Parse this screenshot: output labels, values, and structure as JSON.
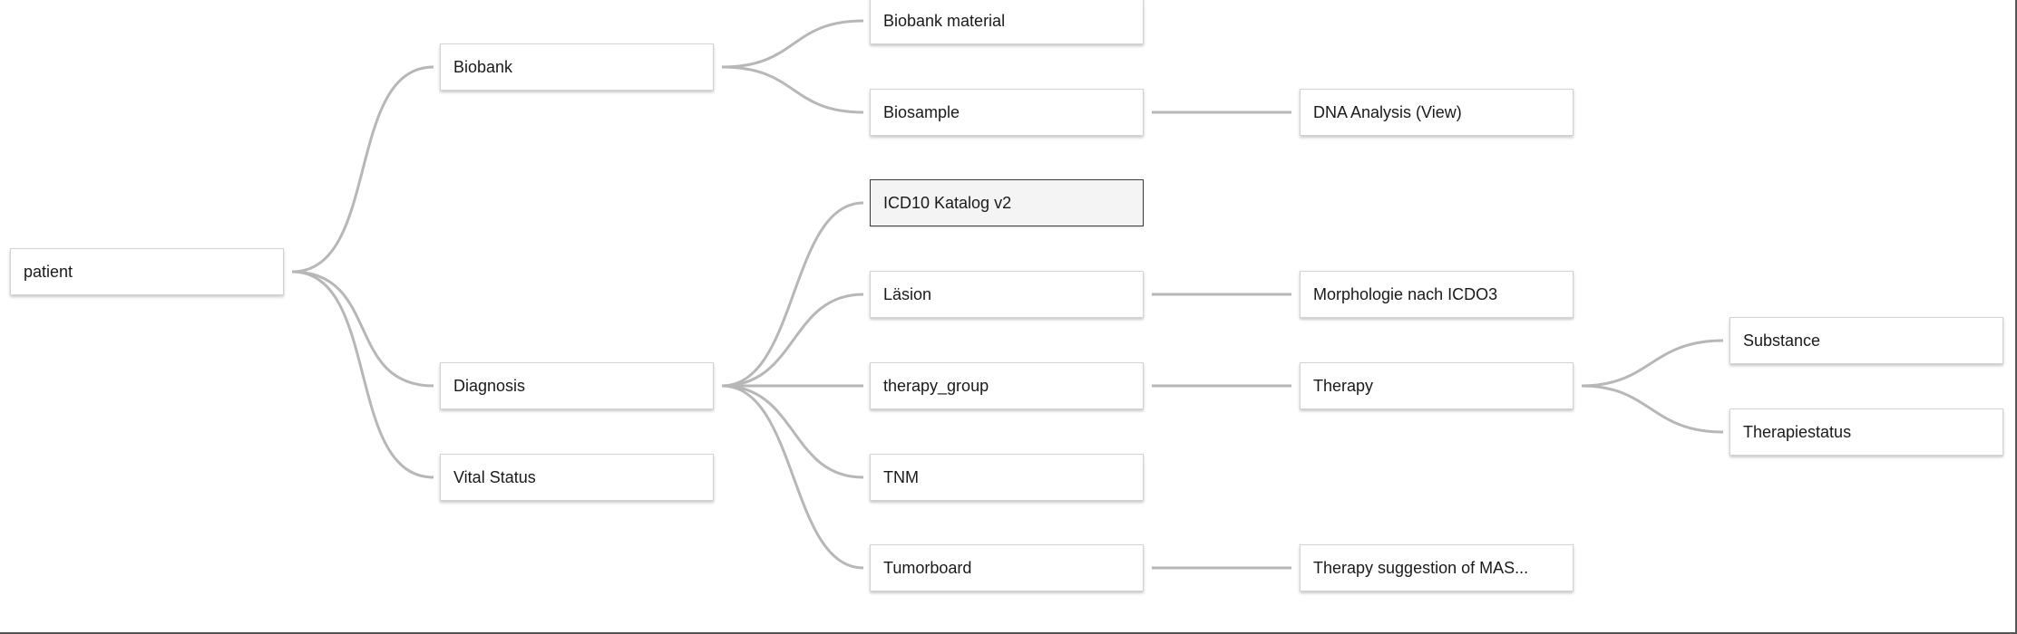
{
  "tree": {
    "root": {
      "label": "patient"
    },
    "level1": [
      {
        "label": "Biobank"
      },
      {
        "label": "Diagnosis"
      },
      {
        "label": "Vital Status"
      }
    ],
    "level2": [
      {
        "label": "Biobank material"
      },
      {
        "label": "Biosample"
      },
      {
        "label": "ICD10 Katalog v2"
      },
      {
        "label": "Läsion"
      },
      {
        "label": "therapy_group"
      },
      {
        "label": "TNM"
      },
      {
        "label": "Tumorboard"
      }
    ],
    "level3": [
      {
        "label": "DNA Analysis (View)"
      },
      {
        "label": "Morphologie nach ICDO3"
      },
      {
        "label": "Therapy"
      },
      {
        "label": "Therapy suggestion of MAS..."
      }
    ],
    "level4": [
      {
        "label": "Substance"
      },
      {
        "label": "Therapiestatus"
      }
    ],
    "selected": "ICD10 Katalog v2"
  }
}
